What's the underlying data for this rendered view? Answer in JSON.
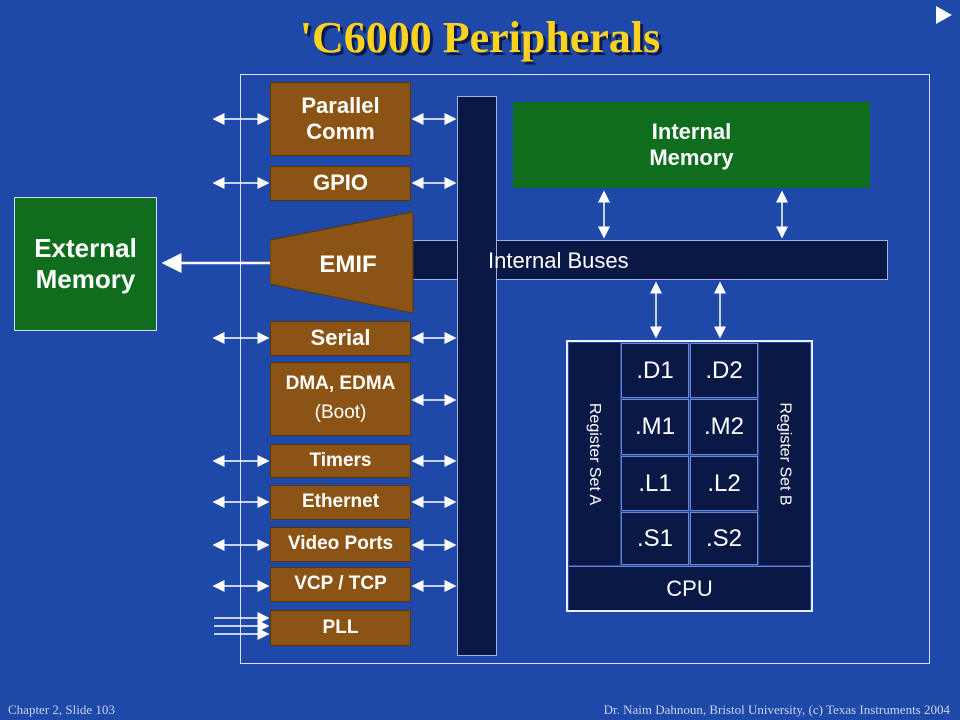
{
  "title": "'C6000 Peripherals",
  "external_memory": {
    "line1": "External",
    "line2": "Memory"
  },
  "peripherals": {
    "parallel_comm": {
      "line1": "Parallel",
      "line2": "Comm"
    },
    "gpio": "GPIO",
    "emif": "EMIF",
    "serial": "Serial",
    "dma": {
      "line1": "DMA, EDMA",
      "line2": "(Boot)"
    },
    "timers": "Timers",
    "ethernet": "Ethernet",
    "video_ports": "Video Ports",
    "vcp_tcp": "VCP / TCP",
    "pll": "PLL"
  },
  "internal_memory": {
    "line1": "Internal",
    "line2": "Memory"
  },
  "internal_buses": "Internal Buses",
  "cpu": {
    "register_set_a": "Register Set A",
    "register_set_b": "Register Set B",
    "units": [
      ".D1",
      ".D2",
      ".M1",
      ".M2",
      ".L1",
      ".L2",
      ".S1",
      ".S2"
    ],
    "label": "CPU"
  },
  "footer": {
    "left": "Chapter 2, Slide 103",
    "right": "Dr. Naim Dahnoun, Bristol University,  (c) Texas Instruments 2004"
  },
  "colors": {
    "background": "#1f49a8",
    "title": "#ffd21f",
    "peripheral_block": "#8c5414",
    "memory_block": "#0f6e1e",
    "bus": "#0a1846"
  },
  "icons": {
    "next_slide": "play-triangle-icon"
  }
}
